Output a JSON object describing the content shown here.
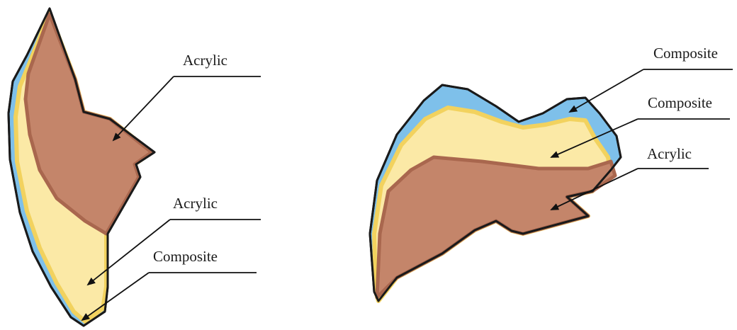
{
  "left_diagram": {
    "labels": {
      "acrylic_top": "Acrylic",
      "acrylic_mid": "Acrylic",
      "composite": "Composite"
    }
  },
  "right_diagram": {
    "labels": {
      "composite_outer": "Composite",
      "composite_inner": "Composite",
      "acrylic": "Acrylic"
    }
  },
  "colors": {
    "acrylic": "#c4856a",
    "acrylic_edge": "#a9674e",
    "composite_inner": "#fbe9a6",
    "composite_inner_edge": "#f2d25e",
    "composite_outer": "#7ec0ea",
    "composite_outer_edge": "#4a9ed6",
    "outline": "#1a1a1a"
  }
}
